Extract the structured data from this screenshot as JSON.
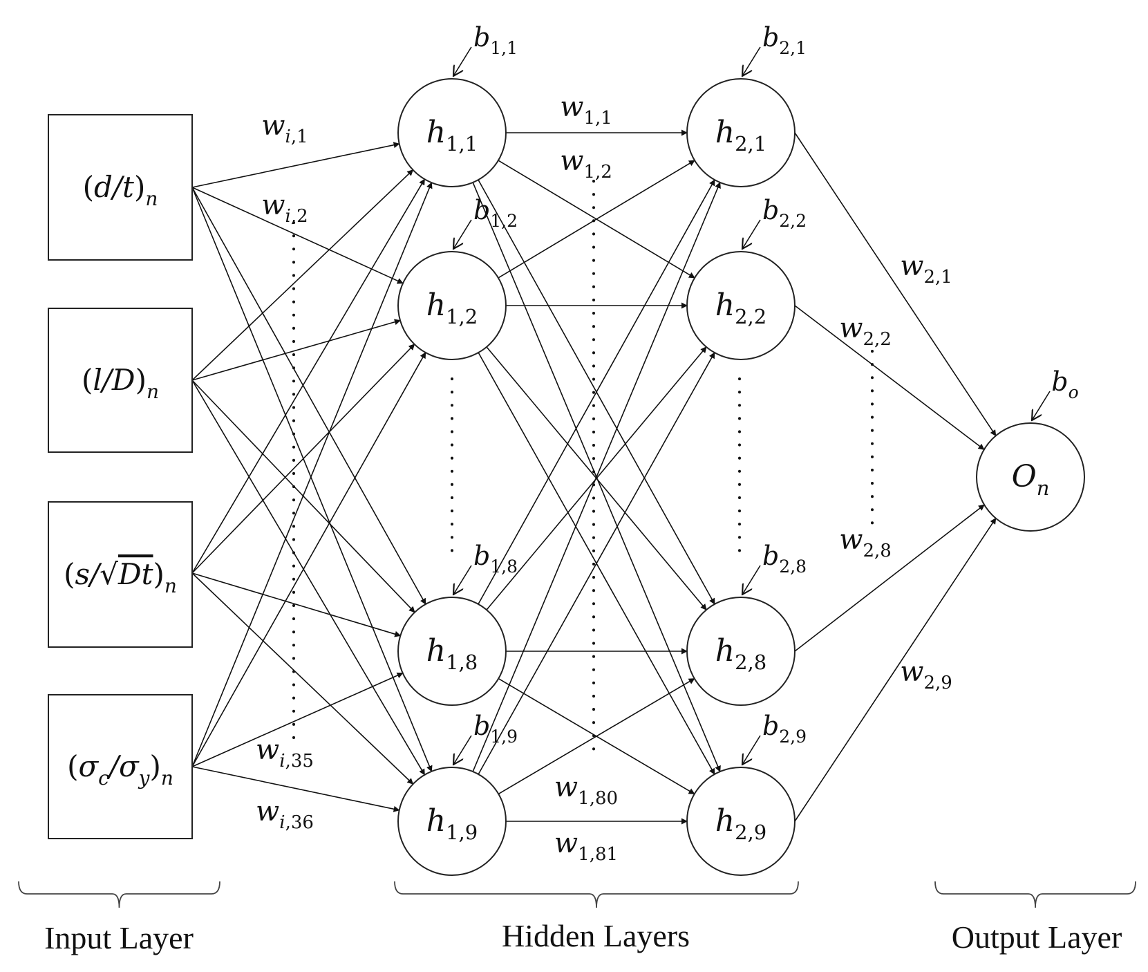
{
  "input_layer": {
    "nodes": [
      {
        "id": "d_t",
        "parts": [
          [
            "(",
            ""
          ],
          [
            "d/t",
            "i"
          ],
          [
            ")",
            ""
          ],
          [
            "n",
            "si"
          ]
        ]
      },
      {
        "id": "l_D",
        "parts": [
          [
            "(",
            ""
          ],
          [
            "l/D",
            "i"
          ],
          [
            ")",
            ""
          ],
          [
            "n",
            "si"
          ]
        ]
      },
      {
        "id": "s_sqrtDt",
        "parts": [
          [
            "(",
            ""
          ],
          [
            "s/",
            "i"
          ],
          [
            "√",
            ""
          ],
          [
            "Dt",
            "io"
          ],
          [
            ")",
            ""
          ],
          [
            "n",
            "si"
          ]
        ]
      },
      {
        "id": "sigma",
        "parts": [
          [
            "(",
            ""
          ],
          [
            "σ",
            "i"
          ],
          [
            "c",
            "si"
          ],
          [
            "/σ",
            "i"
          ],
          [
            "y",
            "si"
          ],
          [
            ")",
            ""
          ],
          [
            "n",
            "si"
          ]
        ]
      }
    ]
  },
  "hidden_layer_1": {
    "nodes": [
      {
        "id": "h11",
        "parts": [
          [
            "h",
            "i"
          ],
          [
            "1,1",
            "s"
          ]
        ],
        "bias": [
          [
            "b",
            "i"
          ],
          [
            "1,1",
            "s"
          ]
        ]
      },
      {
        "id": "h12",
        "parts": [
          [
            "h",
            "i"
          ],
          [
            "1,2",
            "s"
          ]
        ],
        "bias": [
          [
            "b",
            "i"
          ],
          [
            "1,2",
            "s"
          ]
        ]
      },
      {
        "id": "h18",
        "parts": [
          [
            "h",
            "i"
          ],
          [
            "1,8",
            "s"
          ]
        ],
        "bias": [
          [
            "b",
            "i"
          ],
          [
            "1,8",
            "s"
          ]
        ]
      },
      {
        "id": "h19",
        "parts": [
          [
            "h",
            "i"
          ],
          [
            "1,9",
            "s"
          ]
        ],
        "bias": [
          [
            "b",
            "i"
          ],
          [
            "1,9",
            "s"
          ]
        ]
      }
    ]
  },
  "hidden_layer_2": {
    "nodes": [
      {
        "id": "h21",
        "parts": [
          [
            "h",
            "i"
          ],
          [
            "2,1",
            "s"
          ]
        ],
        "bias": [
          [
            "b",
            "i"
          ],
          [
            "2,1",
            "s"
          ]
        ]
      },
      {
        "id": "h22",
        "parts": [
          [
            "h",
            "i"
          ],
          [
            "2,2",
            "s"
          ]
        ],
        "bias": [
          [
            "b",
            "i"
          ],
          [
            "2,2",
            "s"
          ]
        ]
      },
      {
        "id": "h28",
        "parts": [
          [
            "h",
            "i"
          ],
          [
            "2,8",
            "s"
          ]
        ],
        "bias": [
          [
            "b",
            "i"
          ],
          [
            "2,8",
            "s"
          ]
        ]
      },
      {
        "id": "h29",
        "parts": [
          [
            "h",
            "i"
          ],
          [
            "2,9",
            "s"
          ]
        ],
        "bias": [
          [
            "b",
            "i"
          ],
          [
            "2,9",
            "s"
          ]
        ]
      }
    ]
  },
  "output_layer": {
    "node": {
      "id": "On",
      "parts": [
        [
          "O",
          "i"
        ],
        [
          "n",
          "si"
        ]
      ],
      "bias": [
        [
          "b",
          "i"
        ],
        [
          "o",
          "si"
        ]
      ]
    }
  },
  "weight_labels": {
    "input_hidden": [
      {
        "id": "wi1",
        "parts": [
          [
            "w",
            "i"
          ],
          [
            "i,1",
            "sm"
          ]
        ]
      },
      {
        "id": "wi2",
        "parts": [
          [
            "w",
            "i"
          ],
          [
            "i,2",
            "sm"
          ]
        ]
      },
      {
        "id": "wi35",
        "parts": [
          [
            "w",
            "i"
          ],
          [
            "i,35",
            "sm"
          ]
        ]
      },
      {
        "id": "wi36",
        "parts": [
          [
            "w",
            "i"
          ],
          [
            "i,36",
            "sm"
          ]
        ]
      }
    ],
    "hidden_hidden": [
      {
        "id": "w11",
        "parts": [
          [
            "w",
            "i"
          ],
          [
            "1,1",
            "s"
          ]
        ]
      },
      {
        "id": "w12",
        "parts": [
          [
            "w",
            "i"
          ],
          [
            "1,2",
            "s"
          ]
        ]
      },
      {
        "id": "w180",
        "parts": [
          [
            "w",
            "i"
          ],
          [
            "1,80",
            "s"
          ]
        ]
      },
      {
        "id": "w181",
        "parts": [
          [
            "w",
            "i"
          ],
          [
            "1,81",
            "s"
          ]
        ]
      }
    ],
    "hidden_output": [
      {
        "id": "w21",
        "parts": [
          [
            "w",
            "i"
          ],
          [
            "2,1",
            "s"
          ]
        ]
      },
      {
        "id": "w22",
        "parts": [
          [
            "w",
            "i"
          ],
          [
            "2,2",
            "s"
          ]
        ]
      },
      {
        "id": "w28",
        "parts": [
          [
            "w",
            "i"
          ],
          [
            "2,8",
            "s"
          ]
        ]
      },
      {
        "id": "w29",
        "parts": [
          [
            "w",
            "i"
          ],
          [
            "2,9",
            "s"
          ]
        ]
      }
    ]
  },
  "sections": {
    "input": "Input Layer",
    "hidden": "Hidden Layers",
    "output": "Output Layer"
  }
}
